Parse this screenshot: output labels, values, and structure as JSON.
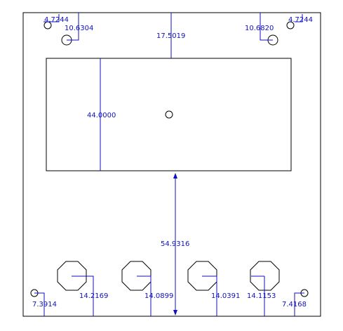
{
  "colors": {
    "geometry": "#000000",
    "dimension": "#1010c0",
    "background": "#ffffff"
  },
  "dimensions": {
    "top_left_small_hole": "4.7244",
    "top_left_hole_offset": "10.6304",
    "top_center_offset": "17.5019",
    "top_right_hole_offset": "10.6820",
    "top_right_small_hole": "4.7244",
    "rect_height": "44.0000",
    "center_vertical": "54.9316",
    "octagon_1": "14.2169",
    "octagon_2": "14.0899",
    "octagon_3": "14.0391",
    "octagon_4": "14.1153",
    "bottom_left_hole": "7.3914",
    "bottom_right_hole": "7.4168"
  }
}
